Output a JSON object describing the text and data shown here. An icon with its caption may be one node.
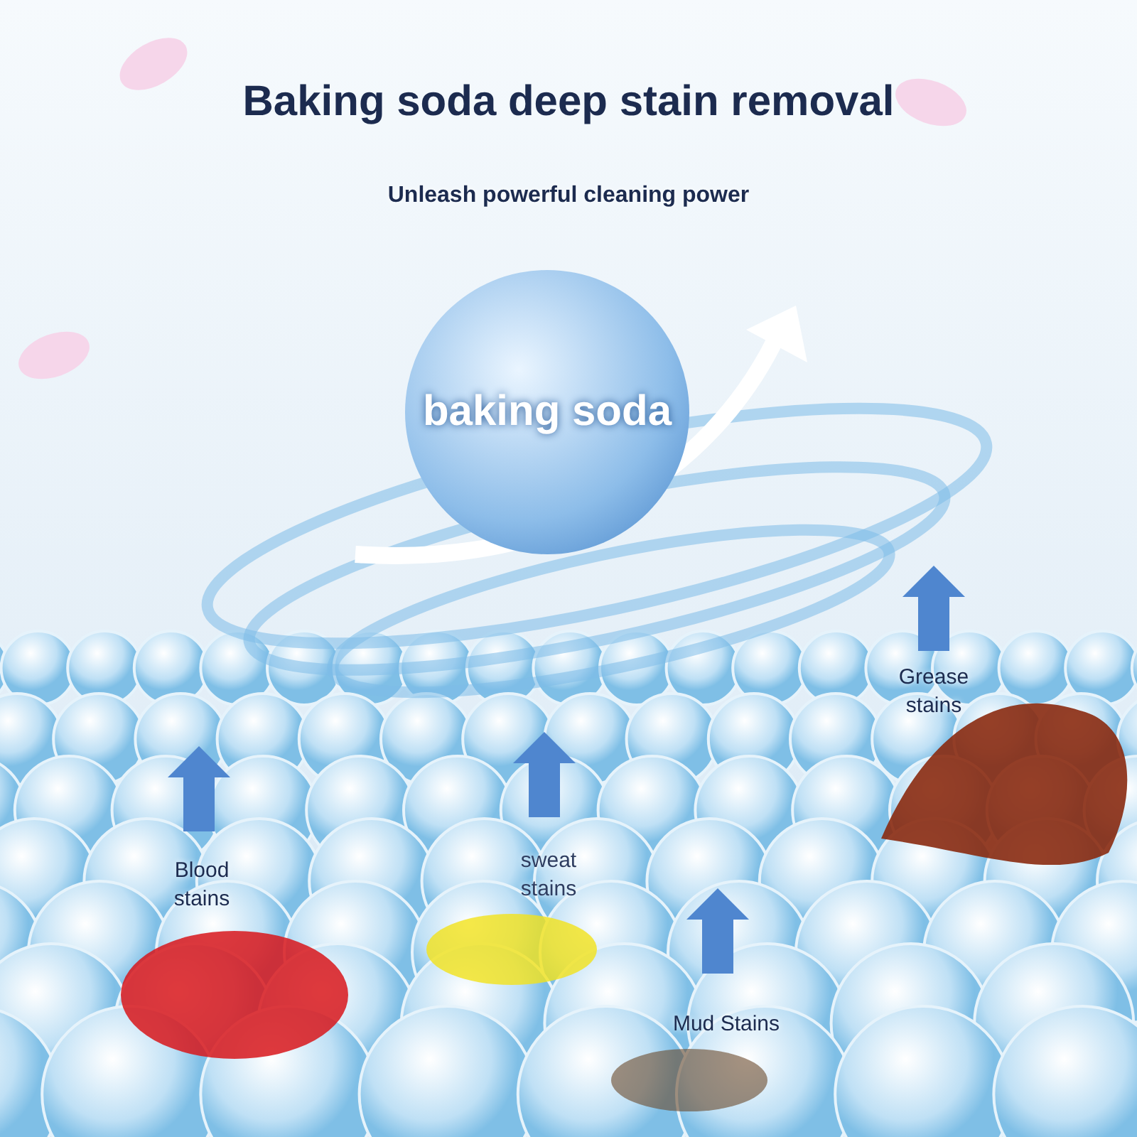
{
  "diagram": {
    "title": "Baking soda deep stain removal",
    "nodes": [
      {
        "text": [
          "baking soda"
        ]
      }
    ],
    "labels": [
      "Unleash powerful cleaning power",
      "Grease stains",
      "Blood stains",
      "sweat stains",
      "Mud Stains"
    ]
  }
}
